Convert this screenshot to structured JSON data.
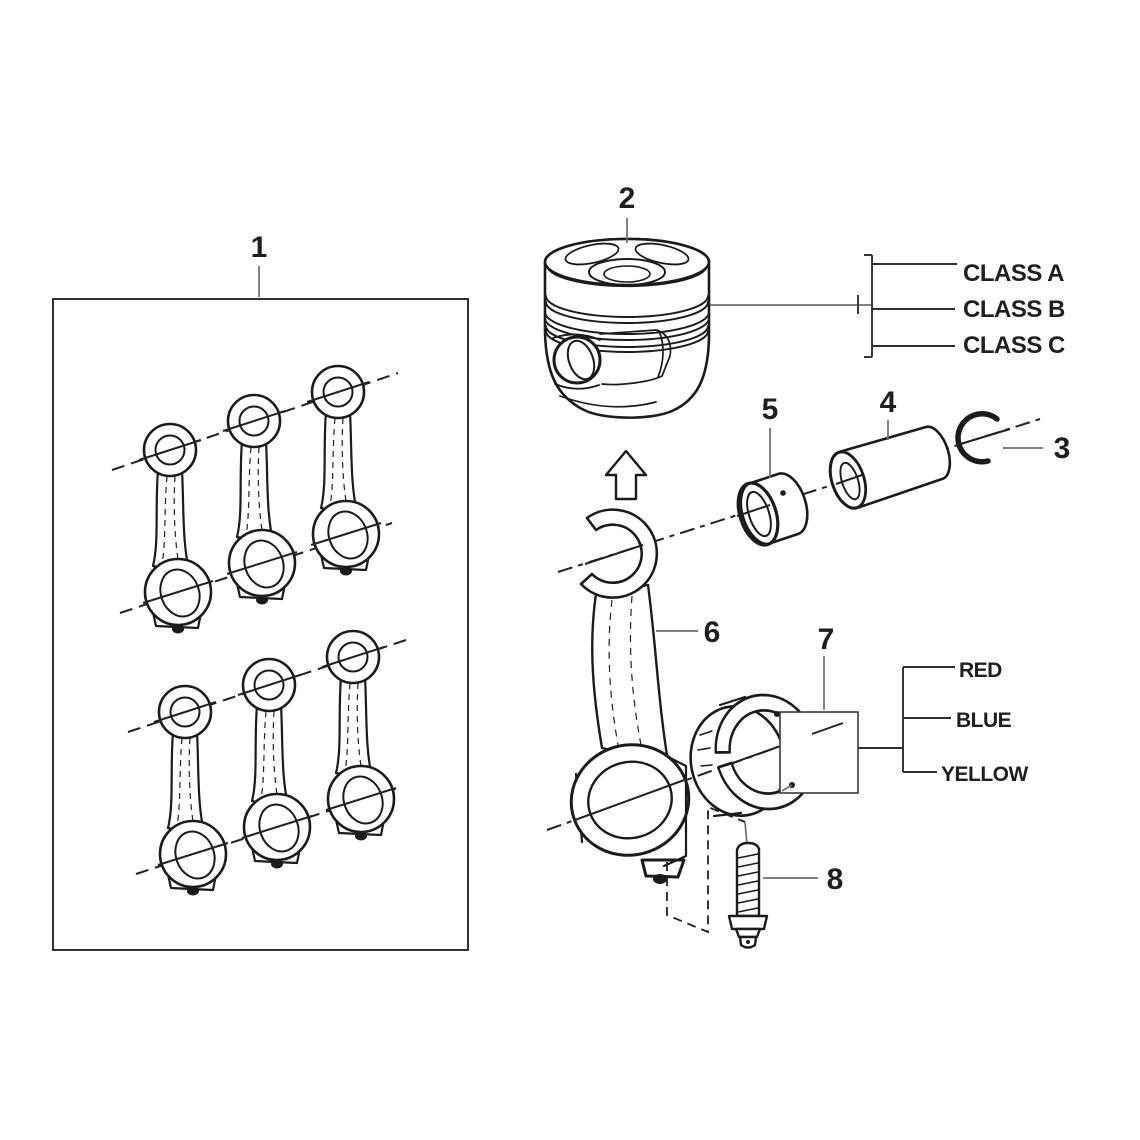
{
  "diagram": {
    "background_color": "#ffffff",
    "ink_color": "#1b1b1b",
    "leader_color": "#6f6f6f",
    "callouts": [
      {
        "number": "1",
        "part": "connecting-rod-set"
      },
      {
        "number": "2",
        "part": "piston"
      },
      {
        "number": "3",
        "part": "snap-ring"
      },
      {
        "number": "4",
        "part": "piston-pin"
      },
      {
        "number": "5",
        "part": "small-end-bushing"
      },
      {
        "number": "6",
        "part": "connecting-rod"
      },
      {
        "number": "7",
        "part": "bearing-shells"
      },
      {
        "number": "8",
        "part": "connecting-rod-bolt"
      }
    ],
    "piston_class_labels": [
      "CLASS A",
      "CLASS B",
      "CLASS C"
    ],
    "bearing_grade_labels": [
      "RED",
      "BLUE",
      "YELLOW"
    ],
    "icons": {
      "direction_arrow": "up-arrow"
    }
  }
}
